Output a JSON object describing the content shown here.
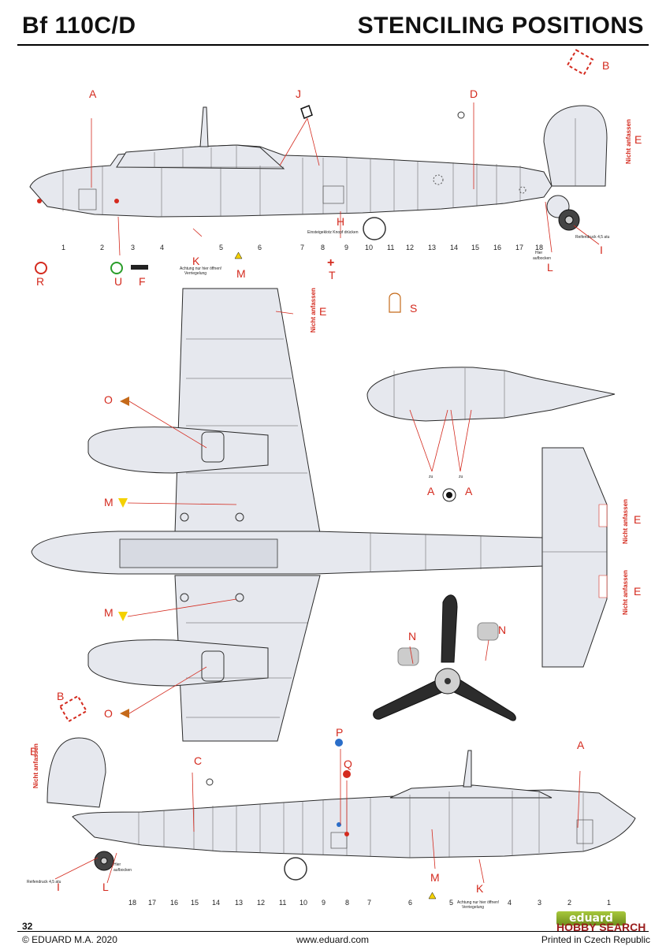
{
  "header": {
    "title": "Bf 110C/D",
    "subtitle": "STENCILING POSITIONS"
  },
  "footer": {
    "page_number": "32",
    "copyright": "© EDUARD M.A. 2020",
    "website": "www.eduard.com",
    "printed": "Printed in Czech Republic",
    "logo": "eduard",
    "watermark": "HOBBY SEARCH"
  },
  "labels": {
    "A": "A",
    "B": "B",
    "C": "C",
    "D": "D",
    "E": "E",
    "F": "F",
    "H": "H",
    "I": "I",
    "J": "J",
    "K": "K",
    "L": "L",
    "M": "M",
    "N": "N",
    "O": "O",
    "P": "P",
    "Q": "Q",
    "R": "R",
    "S": "S",
    "T": "T",
    "U": "U"
  },
  "annotations": {
    "reifendruck": "Reifendruck 4,5 atu",
    "hier_aufbocken_1": "Hier",
    "hier_aufbocken_2": "aufbocken",
    "nicht_anfassen": "Nicht anfassen",
    "zu": "zu",
    "einsteigeklotz": "Einsteigeklotz Knopf drücken",
    "achtung": "Achtung nur hier öffnen!",
    "verriegelung": "Verriegelung"
  },
  "stations_top": [
    "1",
    "2",
    "3",
    "4",
    "5",
    "6",
    "7",
    "8",
    "9",
    "10",
    "11",
    "12",
    "13",
    "14",
    "15",
    "16",
    "17",
    "18"
  ],
  "stations_bottom": [
    "18",
    "17",
    "16",
    "15",
    "14",
    "13",
    "12",
    "11",
    "10",
    "9",
    "8",
    "7",
    "6",
    "5",
    "4",
    "3",
    "2",
    "1"
  ]
}
